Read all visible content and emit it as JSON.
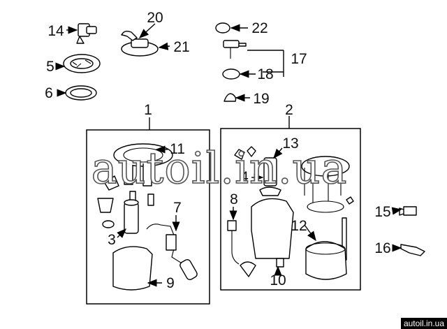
{
  "labels": {
    "n1": "1",
    "n2": "2",
    "n3": "3",
    "n4": "4",
    "n5": "5",
    "n6": "6",
    "n7": "7",
    "n8": "8",
    "n9": "9",
    "n10": "10",
    "n11": "11",
    "n12": "12",
    "n13": "13",
    "n14": "14",
    "n15": "15",
    "n16": "16",
    "n17": "17",
    "n18": "18",
    "n19": "19",
    "n20": "20",
    "n21": "21",
    "n22": "22"
  },
  "watermark": "autoil.in.ua",
  "site_badge": "autoil.in.ua"
}
